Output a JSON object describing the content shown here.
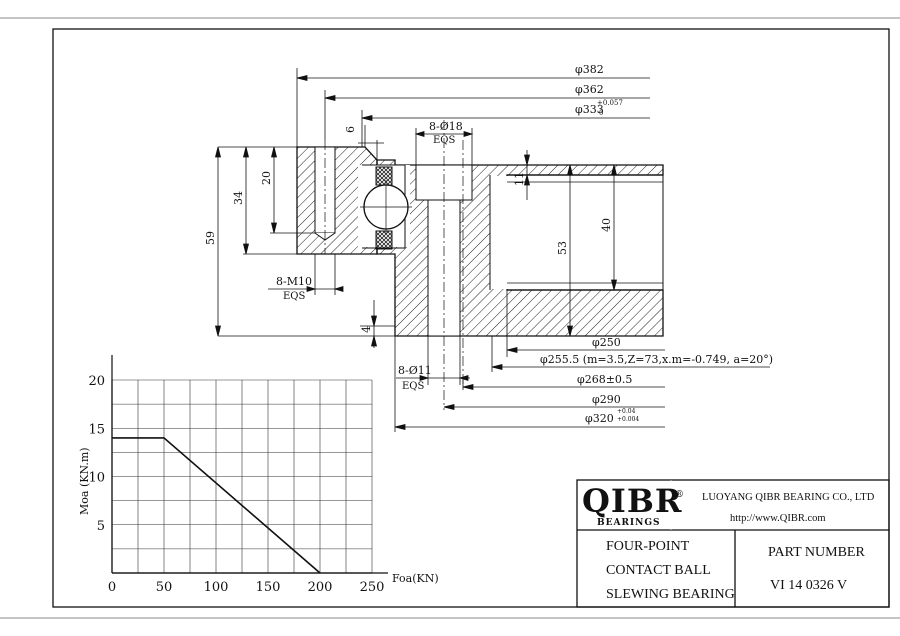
{
  "dimensions": {
    "d382": "φ382",
    "d362": "φ362",
    "d333": "φ333",
    "d333_tol_up": "+0.057",
    "d333_tol_low": "0",
    "holes_outer": "8-Ø18",
    "holes_outer_eqs": "EQS",
    "gap6": "6",
    "h20": "20",
    "h34": "34",
    "h59": "59",
    "h11": "11",
    "h40": "40",
    "h53": "53",
    "h4": "4",
    "thread": "8-M10",
    "thread_eqs": "EQS",
    "holes_inner": "8-Ø11",
    "holes_inner_eqs": "EQS",
    "d250": "φ250",
    "d255": "φ255.5  (m=3.5,Z=73,x.m=-0.749, a=20°)",
    "d268": "φ268±0.5",
    "d290": "φ290",
    "d320": "φ320",
    "d320_tol_up": "+0.04",
    "d320_tol_low": "+0.004"
  },
  "chart_data": {
    "type": "line",
    "title": "",
    "xlabel": "Foa(KN)",
    "ylabel": "Moa (KN.m)",
    "xlim": [
      0,
      250
    ],
    "ylim": [
      0,
      20
    ],
    "xticks": [
      "0",
      "50",
      "100",
      "150",
      "200",
      "250"
    ],
    "yticks": [
      "5",
      "10",
      "15",
      "20"
    ],
    "grid": true,
    "series": [
      {
        "x": [
          0,
          50,
          200
        ],
        "y": [
          14,
          14,
          0
        ]
      }
    ]
  },
  "title_block": {
    "logo": "QIBR",
    "logo_sub": "BEARINGS",
    "company": "LUOYANG QIBR BEARING CO., LTD",
    "website": "http://www.QIBR.com",
    "desc_line1": "FOUR-POINT",
    "desc_line2": "CONTACT BALL",
    "desc_line3": "SLEWING BEARING",
    "part_label": "PART  NUMBER",
    "part_number": "VI 14 0326 V"
  }
}
